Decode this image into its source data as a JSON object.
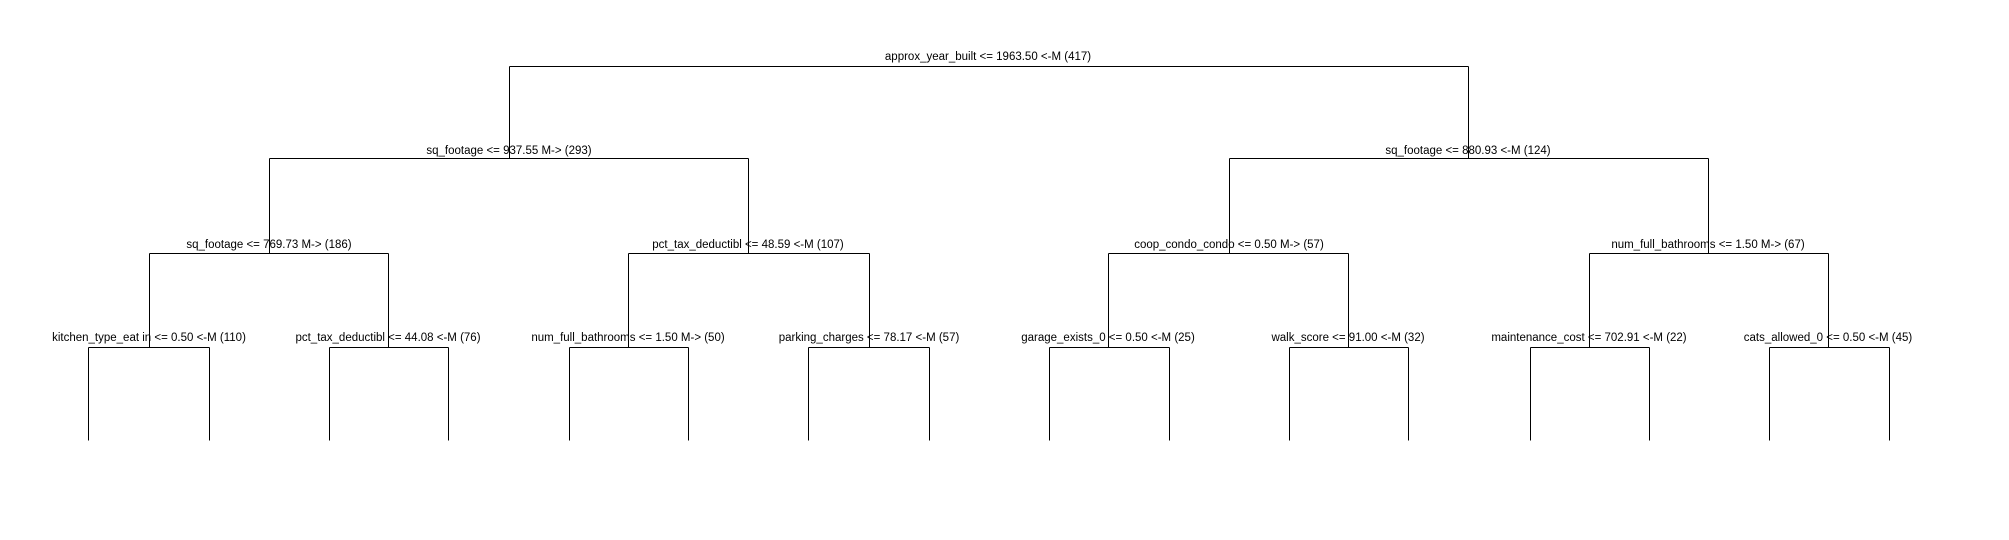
{
  "tree": {
    "nodes": [
      {
        "id": "root",
        "label": "approx_year_built <= 1963.50 <-M (417)"
      },
      {
        "id": "L",
        "label": "sq_footage <= 937.55 M-> (293)"
      },
      {
        "id": "R",
        "label": "sq_footage <= 880.93 <-M (124)"
      },
      {
        "id": "LL",
        "label": "sq_footage <= 769.73 M-> (186)"
      },
      {
        "id": "LR",
        "label": "pct_tax_deductibl <= 48.59 <-M (107)"
      },
      {
        "id": "RL",
        "label": "coop_condo_condo <= 0.50 M-> (57)"
      },
      {
        "id": "RR",
        "label": "num_full_bathrooms <= 1.50 M-> (67)"
      },
      {
        "id": "LLL",
        "label": "kitchen_type_eat in <= 0.50 <-M (110)"
      },
      {
        "id": "LLR",
        "label": "pct_tax_deductibl <= 44.08 <-M (76)"
      },
      {
        "id": "LRL",
        "label": "num_full_bathrooms <= 1.50 M-> (50)"
      },
      {
        "id": "LRR",
        "label": "parking_charges <= 78.17 <-M (57)"
      },
      {
        "id": "RLL",
        "label": "garage_exists_0 <= 0.50 <-M (25)"
      },
      {
        "id": "RLR",
        "label": "walk_score <= 91.00 <-M (32)"
      },
      {
        "id": "RRL",
        "label": "maintenance_cost <= 702.91 <-M (22)"
      },
      {
        "id": "RRR",
        "label": "cats_allowed_0 <= 0.50 <-M (45)"
      }
    ]
  }
}
